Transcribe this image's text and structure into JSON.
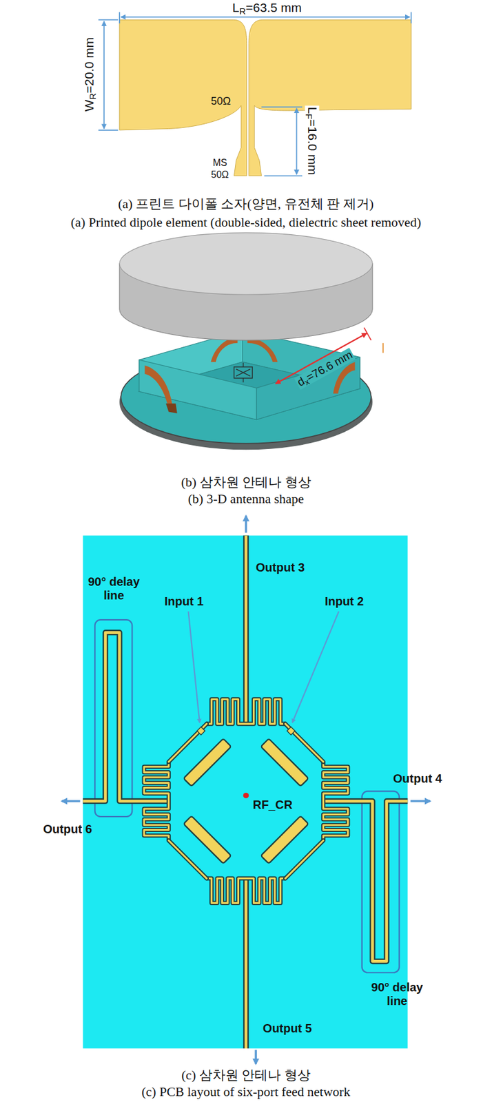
{
  "diagram": {
    "labels": [
      "LR=63.5 mm",
      "WR=20.0 mm",
      "50Ω",
      "LF=16.0 mm",
      "MS",
      "50Ω",
      "(a) 프린트 다이폴 소자(양면, 유전체 판 제거)",
      "(a) Printed dipole element (double-sided, dielectric sheet removed)",
      "dx=76.6 mm",
      "(b) 삼차원 안테나 형상",
      "(b) 3-D antenna shape",
      "Output 3",
      "90° delay line",
      "Input 1",
      "Input 2",
      "Output 6",
      "Output 4",
      "RF_CR",
      "90° delay line",
      "Output 5",
      "(c) 삼차원 안테나 형상",
      "(c) PCB layout of six-port feed network"
    ]
  }
}
